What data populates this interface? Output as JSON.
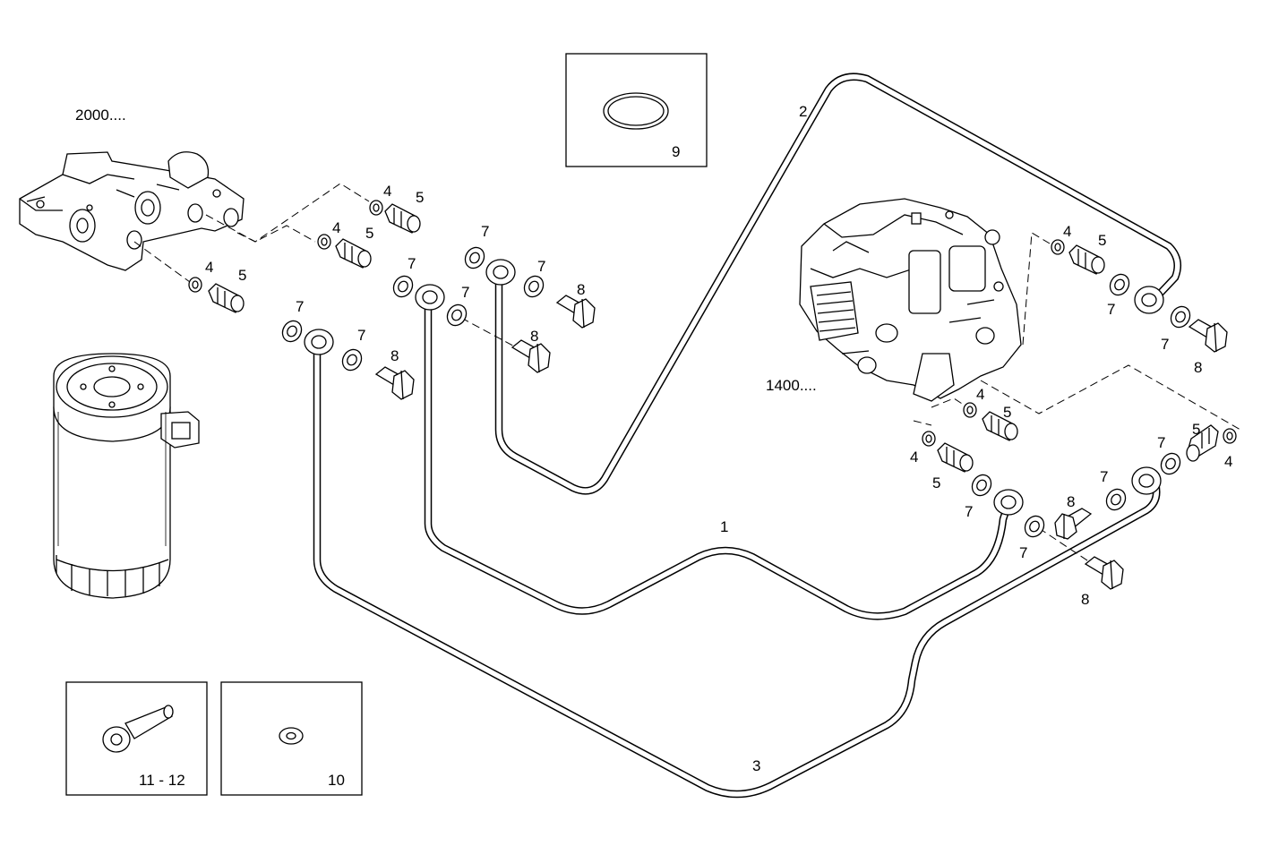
{
  "assemblies": {
    "filter_head": "2000....",
    "pump": "1400...."
  },
  "pipes": {
    "p1": "1",
    "p2": "2",
    "p3": "3"
  },
  "callouts": {
    "n4": "4",
    "n5": "5",
    "n7": "7",
    "n8": "8"
  },
  "insets": {
    "oring": "9",
    "washer": "10",
    "banjo": "11 - 12"
  }
}
